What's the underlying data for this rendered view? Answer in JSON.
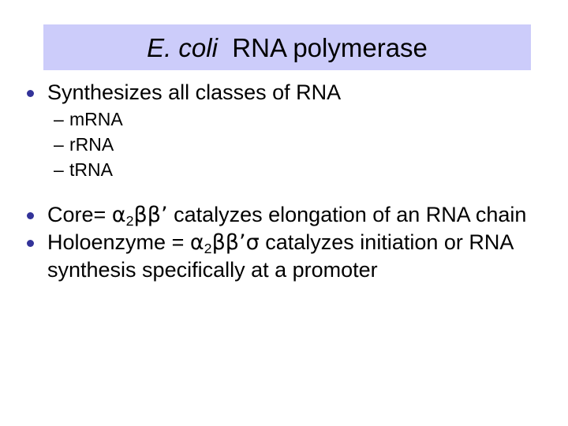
{
  "slide": {
    "title": {
      "scientific_name": "E. coli",
      "separator": "  ",
      "rest": "RNA polymerase",
      "band_color": "#ccccfa"
    },
    "bullet_marker_color": "#333399",
    "body": [
      {
        "level": 1,
        "marker": "bullet-dot",
        "text": "Synthesizes all classes of RNA"
      },
      {
        "level": 2,
        "marker": "en-dash",
        "dash": "–",
        "text": "mRNA"
      },
      {
        "level": 2,
        "marker": "en-dash",
        "dash": "–",
        "text": "rRNA"
      },
      {
        "level": 2,
        "marker": "en-dash",
        "dash": "–",
        "text": "tRNA"
      },
      {
        "level": 1,
        "marker": "bullet-dot",
        "prefix": "Core= ",
        "alpha": "α",
        "alpha_subscript": "2",
        "beta_group": "ββ’",
        "suffix": " catalyzes elongation of an RNA chain"
      },
      {
        "level": 1,
        "marker": "bullet-dot",
        "prefix": "Holoenzyme = ",
        "alpha": "α",
        "alpha_subscript": "2",
        "beta_group": "ββ’σ",
        "suffix": " catalyzes initiation or RNA synthesis specifically at a promoter"
      }
    ]
  }
}
